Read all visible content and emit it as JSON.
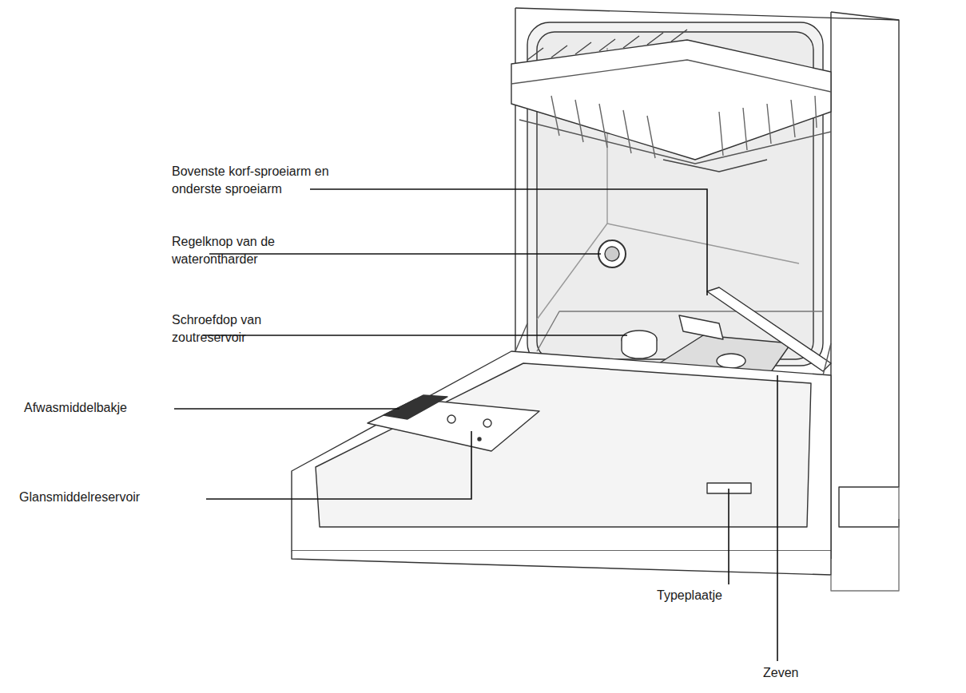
{
  "diagram": {
    "labels": [
      "Bovenste korf-sproeiarm en onderste sproeiarm",
      "Regelknop van de waterontharder",
      "Schroefdop van zoutreservoir",
      "Afwasmiddelbakje",
      "Glansmiddelreservoir",
      "Typeplaatje",
      "Zeven"
    ]
  }
}
